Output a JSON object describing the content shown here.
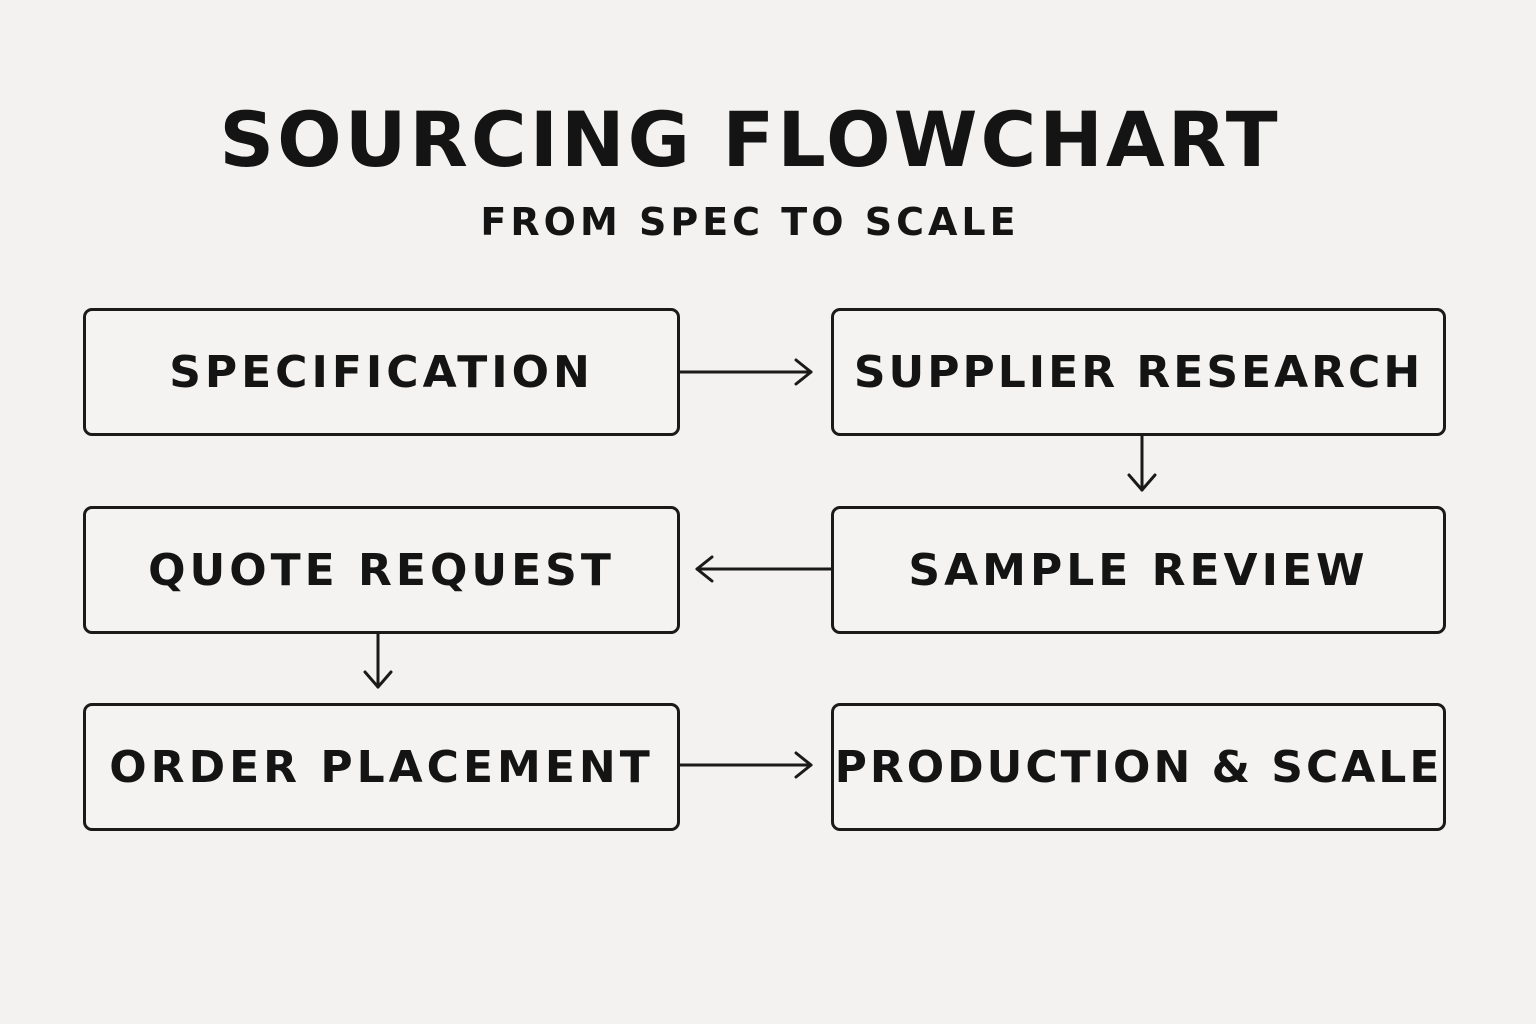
{
  "header": {
    "title": "SOURCING FLOWCHART",
    "subtitle": "FROM SPEC TO SCALE"
  },
  "steps": [
    {
      "label": "SPECIFICATION"
    },
    {
      "label": "SUPPLIER RESEARCH"
    },
    {
      "label": "SAMPLE REVIEW"
    },
    {
      "label": "QUOTE REQUEST"
    },
    {
      "label": "ORDER PLACEMENT"
    },
    {
      "label": "PRODUCTION & SCALE"
    }
  ],
  "connections": [
    {
      "from": "SPECIFICATION",
      "to": "SUPPLIER RESEARCH"
    },
    {
      "from": "SUPPLIER RESEARCH",
      "to": "SAMPLE REVIEW"
    },
    {
      "from": "SAMPLE REVIEW",
      "to": "QUOTE REQUEST"
    },
    {
      "from": "QUOTE REQUEST",
      "to": "ORDER PLACEMENT"
    },
    {
      "from": "ORDER PLACEMENT",
      "to": "PRODUCTION & SCALE"
    }
  ],
  "colors": {
    "background": "#f3f2f0",
    "stroke": "#1a1a1a",
    "text": "#141414"
  }
}
